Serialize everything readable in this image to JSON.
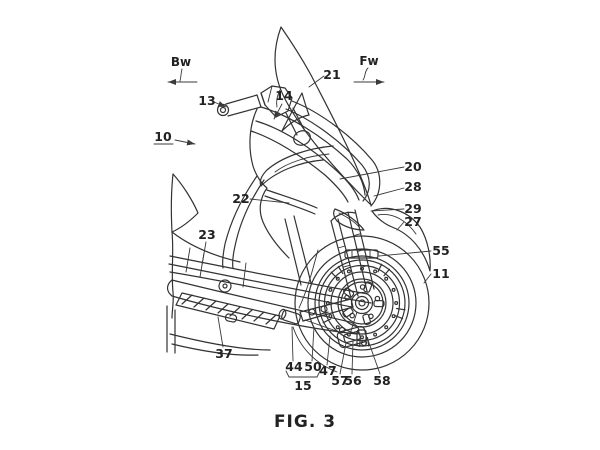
{
  "figure": {
    "caption": "FIG. 3"
  },
  "orientation": {
    "backward": "Bw",
    "forward": "Fw"
  },
  "labels": {
    "n10": "10",
    "n11": "11",
    "n13": "13",
    "n14": "14",
    "n15": "15",
    "n20": "20",
    "n21": "21",
    "n22": "22",
    "n23": "23",
    "n27": "27",
    "n28": "28",
    "n29": "29",
    "n37": "37",
    "n44": "44",
    "n47": "47",
    "n50": "50",
    "n55": "55",
    "n56": "56",
    "n57": "57",
    "n58": "58"
  },
  "colors": {
    "ink": "#333333",
    "paper": "#ffffff"
  }
}
